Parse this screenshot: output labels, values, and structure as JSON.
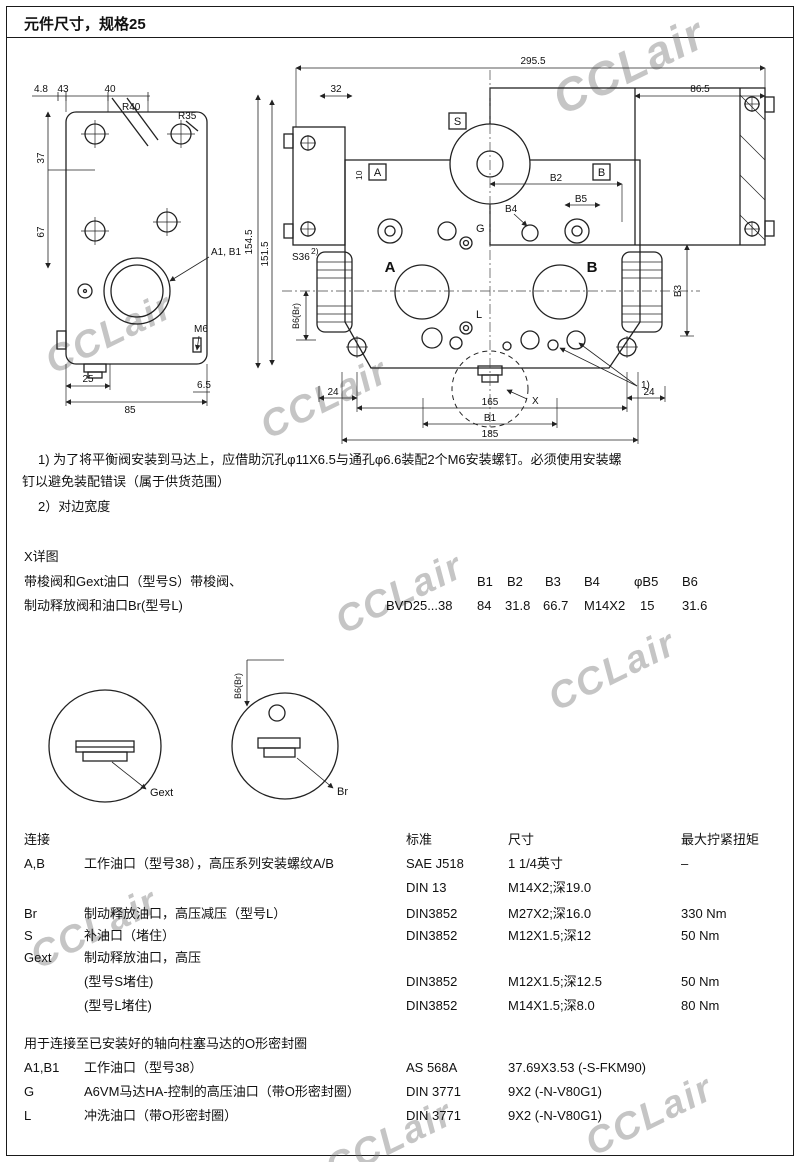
{
  "page": {
    "title": "元件尺寸，规格25",
    "watermark": "CCLair"
  },
  "notes": {
    "n1_line1": "1) 为了将平衡阀安装到马达上，应借助沉孔φ11X6.5与通孔φ6.6装配2个M6安装螺钉。必须使用安装螺",
    "n1_line2": "钉以避免装配错误（属于供货范围）",
    "n2": "2）对边宽度"
  },
  "x_detail": {
    "heading": "X详图",
    "desc1": "带梭阀和Gext油口（型号S）带梭阀、",
    "desc2": "制动释放阀和油口Br(型号L)",
    "model": "BVD25...38",
    "col_b1": "B1",
    "col_b2": "B2",
    "col_b3": "B3",
    "col_b4": "B4",
    "col_b5": "φB5",
    "col_b6": "B6",
    "v_b1": "84",
    "v_b2": "31.8",
    "v_b3": "66.7",
    "v_b4": "M14X2",
    "v_b5": "15",
    "v_b6": "31.6"
  },
  "figures": {
    "b6br": "B6(Br)",
    "gext": "Gext",
    "br": "Br"
  },
  "connections": {
    "h_port": "连接",
    "h_std": "标准",
    "h_size": "尺寸",
    "h_torque": "最大拧紧扭矩",
    "rows": [
      {
        "port": "A,B",
        "desc": "工作油口（型号38），高压系列安装螺纹A/B",
        "std": "SAE J518",
        "size": "1 1/4英寸",
        "torque": "–"
      },
      {
        "port": "",
        "desc": "",
        "std": "DIN 13",
        "size": "M14X2;深19.0",
        "torque": ""
      },
      {
        "port": "Br",
        "desc": "制动释放油口，高压减压（型号L）",
        "std": "DIN3852",
        "size": "M27X2;深16.0",
        "torque": "330 Nm"
      },
      {
        "port": "S",
        "desc": "补油口（堵住）",
        "std": "DIN3852",
        "size": "M12X1.5;深12",
        "torque": "50 Nm"
      },
      {
        "port": "Gext",
        "desc": "制动释放油口，高压",
        "std": "",
        "size": "",
        "torque": ""
      },
      {
        "port": "",
        "desc": "(型号S堵住)",
        "std": "DIN3852",
        "size": "M12X1.5;深12.5",
        "torque": "50 Nm"
      },
      {
        "port": "",
        "desc": "(型号L堵住)",
        "std": "DIN3852",
        "size": "M14X1.5;深8.0",
        "torque": "80 Nm"
      }
    ]
  },
  "orings": {
    "heading": "用于连接至已安装好的轴向柱塞马达的O形密封圈",
    "rows": [
      {
        "port": "A1,B1",
        "desc": "工作油口（型号38）",
        "std": "AS 568A",
        "size": "37.69X3.53 (-S-FKM90)"
      },
      {
        "port": "G",
        "desc": "A6VM马达HA-控制的高压油口（带O形密封圈）",
        "std": "DIN 3771",
        "size": "9X2 (-N-V80G1)"
      },
      {
        "port": "L",
        "desc": "冲洗油口（带O形密封圈）",
        "std": "DIN 3771",
        "size": "9X2 (-N-V80G1)"
      }
    ]
  },
  "dw": {
    "lv": {
      "d48": "4.8",
      "d43": "43",
      "d40": "40",
      "r40": "R40",
      "r35": "R35",
      "d37": "37",
      "d67": "67",
      "a1b1": "A1, B1",
      "m6": "M6",
      "d25": "25",
      "d85": "85",
      "d65": "6.5"
    },
    "rv": {
      "d2955": "295.5",
      "d32": "32",
      "d865": "86.5",
      "d1545": "154.5",
      "d1515": "151.5",
      "d10": "10",
      "boxA": "A",
      "boxB": "B",
      "boxS": "S",
      "b2": "B2",
      "b4": "B4",
      "b5": "B5",
      "b3": "B3",
      "b6br": "B6(Br)",
      "s36": "S36",
      "s36sup": "2)",
      "g": "G",
      "l": "L",
      "boldA": "A",
      "boldB": "B",
      "d24a": "24",
      "d24b": "24",
      "d165": "165",
      "b1": "B1",
      "d185": "185",
      "x": "X",
      "c1": "1)"
    }
  }
}
